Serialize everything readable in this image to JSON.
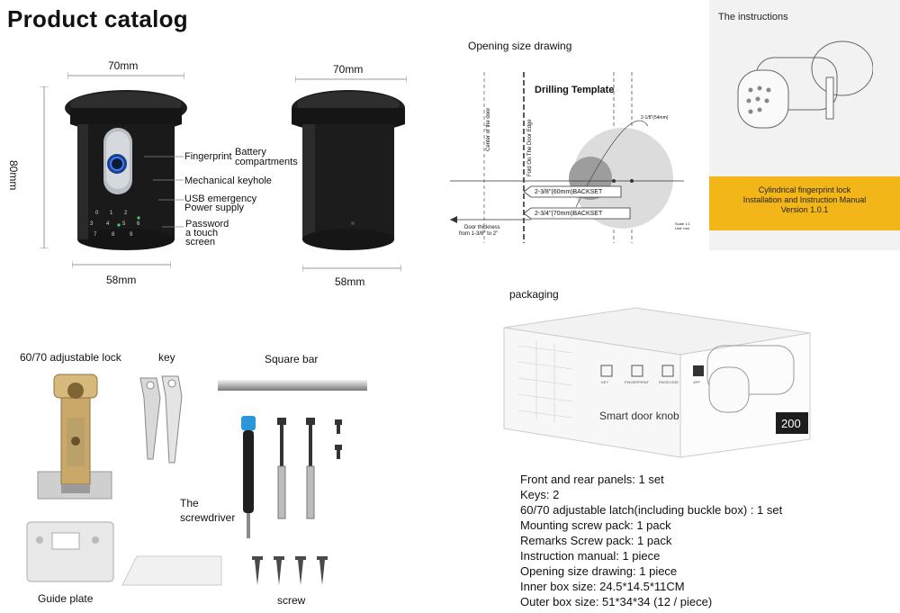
{
  "catalog": {
    "title": "Product catalog"
  },
  "front_view": {
    "width_top": "70mm",
    "height": "80mm",
    "width_bottom": "58mm",
    "labels": {
      "fingerprint": "Fingerprint",
      "battery": "Battery compartments",
      "keyhole_prefix": "Mechanical",
      "keyhole": "keyhole",
      "usb_line1": "USB emergency",
      "usb_line2": "Power supply",
      "password_line1": "Password",
      "password_line2": "a touch",
      "password_line3": "screen"
    }
  },
  "back_view": {
    "width_top": "70mm",
    "width_bottom": "58mm"
  },
  "drawing": {
    "title": "Opening size drawing",
    "template": "Drilling Template",
    "center_door": "Center of the door",
    "fold_edge": "Fold On The Door Edge",
    "diameter": "2-1/8\"(54mm)",
    "backset_60": "2-3/8\"(60mm)BACKSET",
    "backset_70": "2-3/4\"(70mm)BACKSET",
    "door_thickness_line1": "Door thickness",
    "door_thickness_line2": "from 1-3/8\" to 2\"",
    "scale_line1": "Scale 1:1",
    "scale_line2": "Unit: mm"
  },
  "instructions": {
    "title": "The instructions",
    "cover_line1": "Cylindrical fingerprint lock",
    "cover_line2": "Installation and Instruction Manual",
    "cover_line3": "Version 1.0.1"
  },
  "parts": {
    "lock": "60/70 adjustable lock",
    "key": "key",
    "square_bar": "Square bar",
    "screwdriver_line1": "The",
    "screwdriver_line2": "screwdriver",
    "guide_plate": "Guide plate",
    "screw": "screw"
  },
  "packaging": {
    "title": "packaging",
    "box_title": "Smart door knob",
    "box_number": "200",
    "icons": [
      "KEY",
      "FINGERPRINT",
      "PASSCODE",
      "APP"
    ]
  },
  "contents": [
    "Front and rear panels: 1 set",
    "Keys: 2",
    "60/70 adjustable latch(including buckle box) : 1 set",
    "Mounting screw pack: 1 pack",
    "Remarks Screw pack: 1 pack",
    "Instruction manual: 1 piece",
    "Opening size drawing:  1 piece",
    "Inner box size: 24.5*14.5*11CM",
    "Outer box size: 51*34*34 (12 / piece)"
  ]
}
